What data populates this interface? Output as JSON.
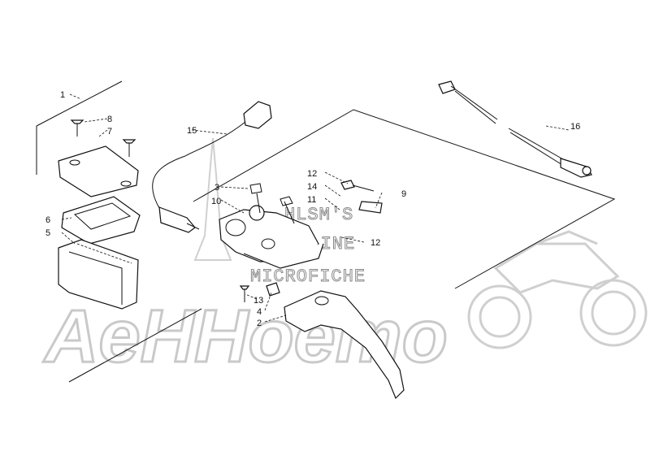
{
  "watermark": {
    "brand": "AeHHoemo",
    "line1": "HLSM'S",
    "line2": "ONLINE",
    "line3": "MICROFICHE"
  },
  "callouts": [
    {
      "id": "1",
      "text": "1"
    },
    {
      "id": "2",
      "text": "2"
    },
    {
      "id": "3",
      "text": "3"
    },
    {
      "id": "4",
      "text": "4"
    },
    {
      "id": "5",
      "text": "5"
    },
    {
      "id": "6",
      "text": "6"
    },
    {
      "id": "7",
      "text": "7"
    },
    {
      "id": "8",
      "text": "8"
    },
    {
      "id": "9",
      "text": "9"
    },
    {
      "id": "10",
      "text": "10"
    },
    {
      "id": "11",
      "text": "11"
    },
    {
      "id": "12a",
      "text": "12"
    },
    {
      "id": "12b",
      "text": "12"
    },
    {
      "id": "13",
      "text": "13"
    },
    {
      "id": "14",
      "text": "14"
    },
    {
      "id": "15",
      "text": "15"
    },
    {
      "id": "16",
      "text": "16"
    }
  ]
}
